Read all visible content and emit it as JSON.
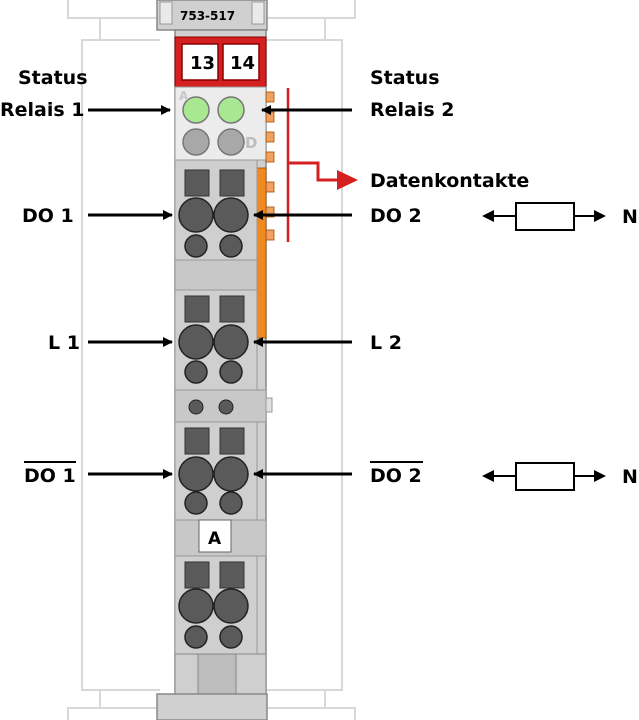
{
  "module": {
    "part_number": "753-517",
    "terminal_numbers": [
      "13",
      "14"
    ],
    "marker": "A"
  },
  "labels": {
    "status_relais_1": [
      "Status",
      "Relais 1"
    ],
    "status_relais_2": [
      "Status",
      "Relais 2"
    ],
    "datenkontakte": "Datenkontakte",
    "do1": "DO 1",
    "do2": "DO 2",
    "l1": "L 1",
    "l2": "L 2",
    "do1_inv": "DO 1",
    "do2_inv": "DO 2",
    "n_top": "N",
    "n_bottom": "N"
  },
  "leds": {
    "status_relais_1": "on",
    "status_relais_2": "on"
  },
  "colors": {
    "module_body": "#d0d0d0",
    "terminal_dark": "#5a5a5a",
    "led_green": "#a8e890",
    "header_red": "#d42020",
    "data_contact_orange": "#f08a20",
    "rail_outline": "#d8d8d8"
  }
}
